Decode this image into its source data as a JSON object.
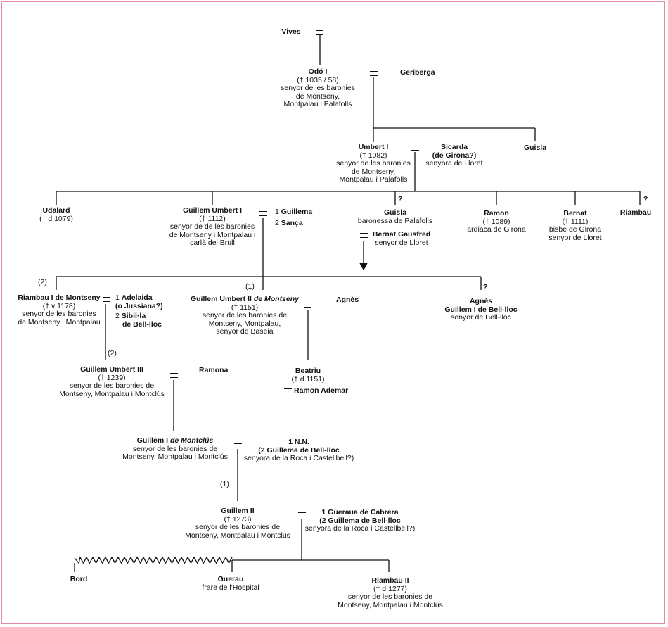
{
  "people": {
    "vives": {
      "name": "Vives"
    },
    "odo": {
      "name": "Odó I",
      "dates": "(† 1035 / 58)",
      "desc1": "senyor de les baronies",
      "desc2": "de Montseny,",
      "desc3": "Montpalau i Palafolls"
    },
    "geriberga": {
      "name": "Geriberga"
    },
    "umbert1": {
      "name": "Umbert I",
      "dates": "(† 1082)",
      "desc1": "senyor de les baronies",
      "desc2": "de Montseny,",
      "desc3": "Montpalau i Palafolls"
    },
    "guisla_a": {
      "name": "Guisla"
    },
    "sicarda": {
      "name1": "Sicarda",
      "name2": "(de Girona?)",
      "desc1": "senyora de Lloret"
    },
    "udalard": {
      "name": "Udalard",
      "dates": "(† d 1079)"
    },
    "guillem_umbert1": {
      "name": "Guillem Umbert I",
      "dates": "(† 1112)",
      "desc1": "senyor de de les baronies",
      "desc2": "de Montseny i Montpalau i",
      "desc3": "carlà del Brull"
    },
    "guillema_sanca": {
      "num1": "1",
      "name1": "Guillema",
      "num2": "2",
      "name2": "Sança"
    },
    "guisla_b": {
      "name": "Guisla",
      "desc1": "baronessa de Palafolls"
    },
    "bernat_gausfred": {
      "name": "Bernat Gausfred",
      "desc1": "senyor de Lloret"
    },
    "ramon": {
      "name": "Ramon",
      "dates": "(† 1089)",
      "desc1": "ardiaca de Girona"
    },
    "bernat": {
      "name": "Bernat",
      "dates": "(† 1111)",
      "desc1": "bisbe de Girona",
      "desc2": "senyor de Lloret"
    },
    "riambau": {
      "name": "Riambau"
    },
    "riambau1": {
      "name": "Riambau I de Montseny",
      "dates": "(† v 1178)",
      "desc1": "senyor de les baronies",
      "desc2": "de Montseny i Montpalau"
    },
    "adelaida_sibil": {
      "num1": "1",
      "name1a": "Adelaida",
      "name1b": "(o Jussiana?)",
      "num2": "2",
      "name2a": "Sibil·la",
      "name2b": "de Bell-lloc"
    },
    "guillem_umbert2": {
      "name": "Guillem Umbert II",
      "name_it": "de Montseny",
      "dates": "(† 1151)",
      "desc1": "senyor de les baronies de",
      "desc2": "Montseny, Montpalau,",
      "desc3": "senyor de Baseia"
    },
    "agnes1": {
      "name": "Agnès"
    },
    "agnes2": {
      "name1": "Agnès",
      "name2": "Guillem I de Bell-lloc",
      "desc1": "senyor de Bell-lloc"
    },
    "guillem_umbert3": {
      "name": "Guillem Umbert III",
      "dates": "(† 1239)",
      "desc1": "senyor de les baronies de",
      "desc2": "Montseny, Montpalau i Montclús"
    },
    "ramona": {
      "name": "Ramona"
    },
    "beatriu": {
      "name": "Beatriu",
      "dates": "(† d 1151)"
    },
    "ramon_ademar": {
      "name": "Ramon Ademar"
    },
    "guillem_montclus": {
      "name": "Guillem I",
      "name_it": "de Montclús",
      "desc1": "senyor de les baronies de",
      "desc2": "Montseny, Montpalau i Montclús"
    },
    "nn": {
      "line1": "1 N.N.",
      "line2": "(2 Guillema de Bell-lloc",
      "line3": "senyora de la Roca i Castellbell?)"
    },
    "guillem2": {
      "name": "Guillem II",
      "dates": "(† 1273)",
      "desc1": "senyor de les baronies de",
      "desc2": "Montseny, Montpalau i Montclús"
    },
    "gueraua": {
      "line1": "1 Gueraua de Cabrera",
      "line2": "(2 Guillema de Bell-lloc",
      "line3": "senyora de la Roca i Castellbell?)"
    },
    "bord": {
      "name": "Bord"
    },
    "guerau": {
      "name": "Guerau",
      "desc1": "frare de l'Hospital"
    },
    "riambau2": {
      "name": "Riambau II",
      "dates": "(† d 1277)",
      "desc1": "senyor de les baronies de",
      "desc2": "Montseny, Montpalau i Montclús"
    }
  },
  "markers": {
    "q1": "?",
    "q2": "?",
    "q3": "?",
    "m2a": "(2)",
    "m1a": "(1)",
    "m2b": "(2)",
    "m1b": "(1)"
  }
}
